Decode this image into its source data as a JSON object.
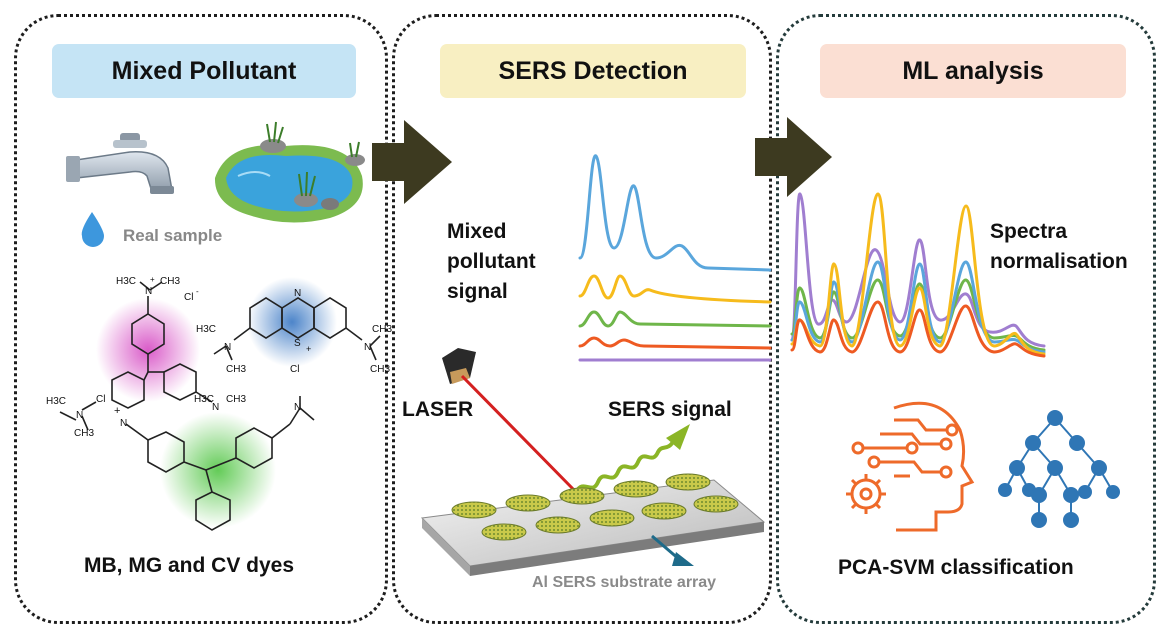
{
  "panels": {
    "pollutant": {
      "title": "Mixed Pollutant",
      "real_sample_label": "Real sample",
      "dyes_label": "MB, MG and CV dyes"
    },
    "detection": {
      "title": "SERS Detection",
      "signal_label_line1": "Mixed",
      "signal_label_line2": "pollutant",
      "signal_label_line3": "signal",
      "laser_label": "LASER",
      "sers_signal_label": "SERS signal",
      "substrate_label": "Al SERS substrate array"
    },
    "analysis": {
      "title": "ML analysis",
      "normalisation_line1": "Spectra",
      "normalisation_line2": "normalisation",
      "classification_label": "PCA-SVM classification"
    }
  },
  "molecules": {
    "mb": {
      "n_top": "N",
      "s": "S",
      "plus": "+",
      "cl": "Cl",
      "left_me_top": "H3C",
      "left_n": "N",
      "left_me_bot": "CH3",
      "right_n": "N",
      "right_me_top": "CH3",
      "right_me_bot": "CH3"
    },
    "mg": {
      "top_me_left": "H3C",
      "top_n": "N",
      "top_me_right": "CH3",
      "plus": "+",
      "cl": "Cl",
      "minus": "-",
      "right_n": "N",
      "right_me_left": "H3C",
      "right_me_right": "CH3"
    },
    "cv": {
      "left_me_top": "H3C",
      "left_n": "N",
      "left_me_bot": "CH3",
      "cl": "Cl",
      "plus": "+",
      "n_plus": "N",
      "right_n": "N"
    }
  },
  "colors": {
    "series_blue": "#5aa6dc",
    "series_yellow": "#f6bb1c",
    "series_green": "#6fb64a",
    "series_orange": "#ee5a22",
    "series_purple": "#a07ed0",
    "arrow": "#3d3a20",
    "icon_orange": "#ee6a2a",
    "icon_blue": "#2f76b5"
  },
  "icons": [
    "water-tap-icon",
    "water-drop-icon",
    "pond-icon",
    "laser-head-icon",
    "ai-head-icon",
    "decision-tree-icon"
  ]
}
